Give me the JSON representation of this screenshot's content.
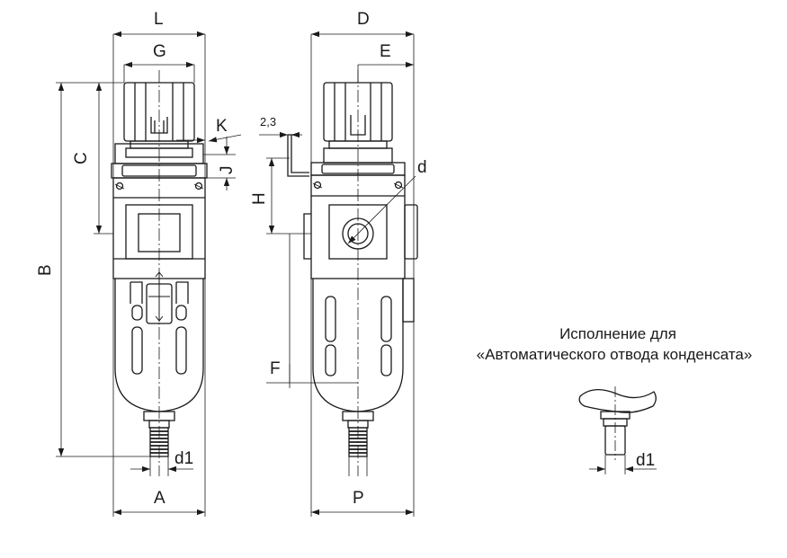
{
  "dimensions": {
    "L": "L",
    "G": "G",
    "D": "D",
    "E": "E",
    "K": "K",
    "C": "C",
    "J": "J",
    "H": "H",
    "d": "d",
    "B": "B",
    "F": "F",
    "d1_left": "d1",
    "d1_right": "d1",
    "A": "A",
    "P": "P",
    "offset": "2,3"
  },
  "caption": {
    "line1": "Исполнение для",
    "line2": "«Автоматического отвода конденсата»"
  }
}
